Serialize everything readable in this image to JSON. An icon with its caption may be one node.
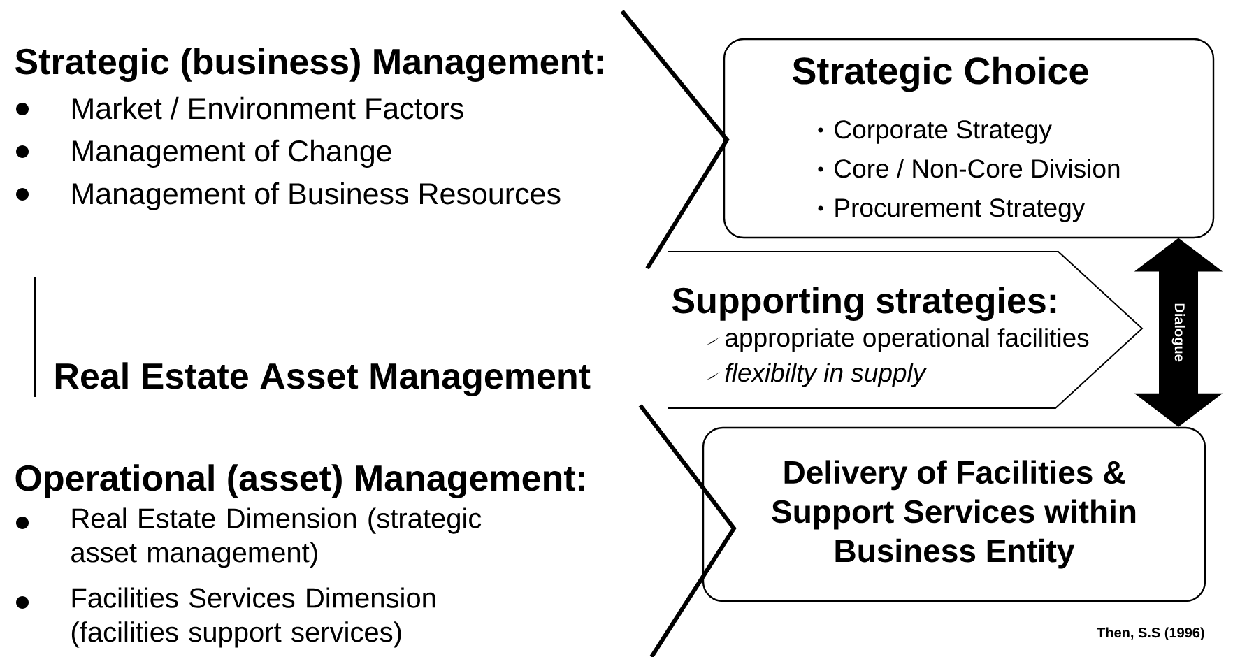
{
  "diagram": {
    "nodes": [
      {
        "text": [
          "Strategic Choice",
          "Corporate Strategy",
          "Core / Non-Core Division",
          "Procurement Strategy"
        ]
      },
      {
        "text": [
          "Supporting strategies:",
          "appropriate operational facilities",
          "flexibilty in supply"
        ]
      },
      {
        "text": [
          "Delivery of Facilities & Support Services within Business Entity"
        ]
      }
    ],
    "edges": [
      {
        "from": 0,
        "to": 2,
        "arrow": "both",
        "label": "Dialogue"
      }
    ],
    "labels": [
      "Strategic (business) Management:",
      "Market / Environment Factors",
      "Management of Change",
      "Management of Business Resources",
      "Real Estate Asset Management",
      "Operational (asset) Management:",
      "Real Estate Dimension (strategic asset management)",
      "Facilities Services Dimension (facilities support services)",
      "Then, S.S (1996)"
    ]
  }
}
